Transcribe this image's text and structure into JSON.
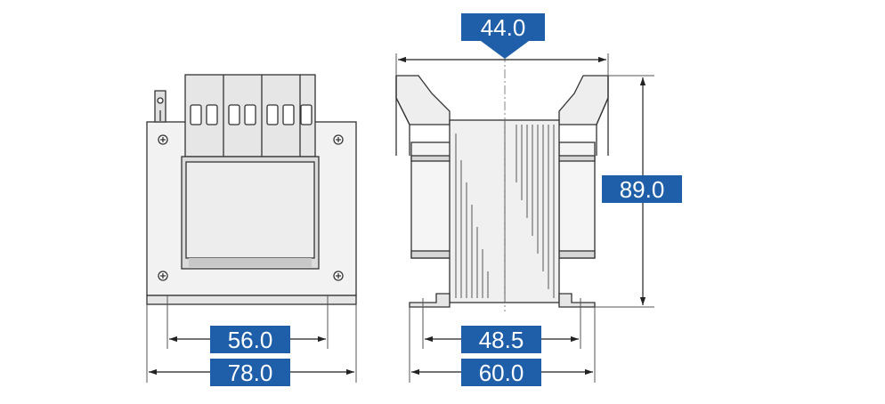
{
  "colors": {
    "dimension_box": "#1f5ea8",
    "dimension_text": "#ffffff",
    "line": "#333333",
    "body_fill": "#f2f2f2",
    "terminal_fill": "#e6e6e6",
    "shadow": "#c8c8c8"
  },
  "dimensions": {
    "front_inner_width": "56.0",
    "front_outer_width": "78.0",
    "side_top_width": "44.0",
    "side_height": "89.0",
    "side_inner_width": "48.5",
    "side_outer_width": "60.0"
  }
}
